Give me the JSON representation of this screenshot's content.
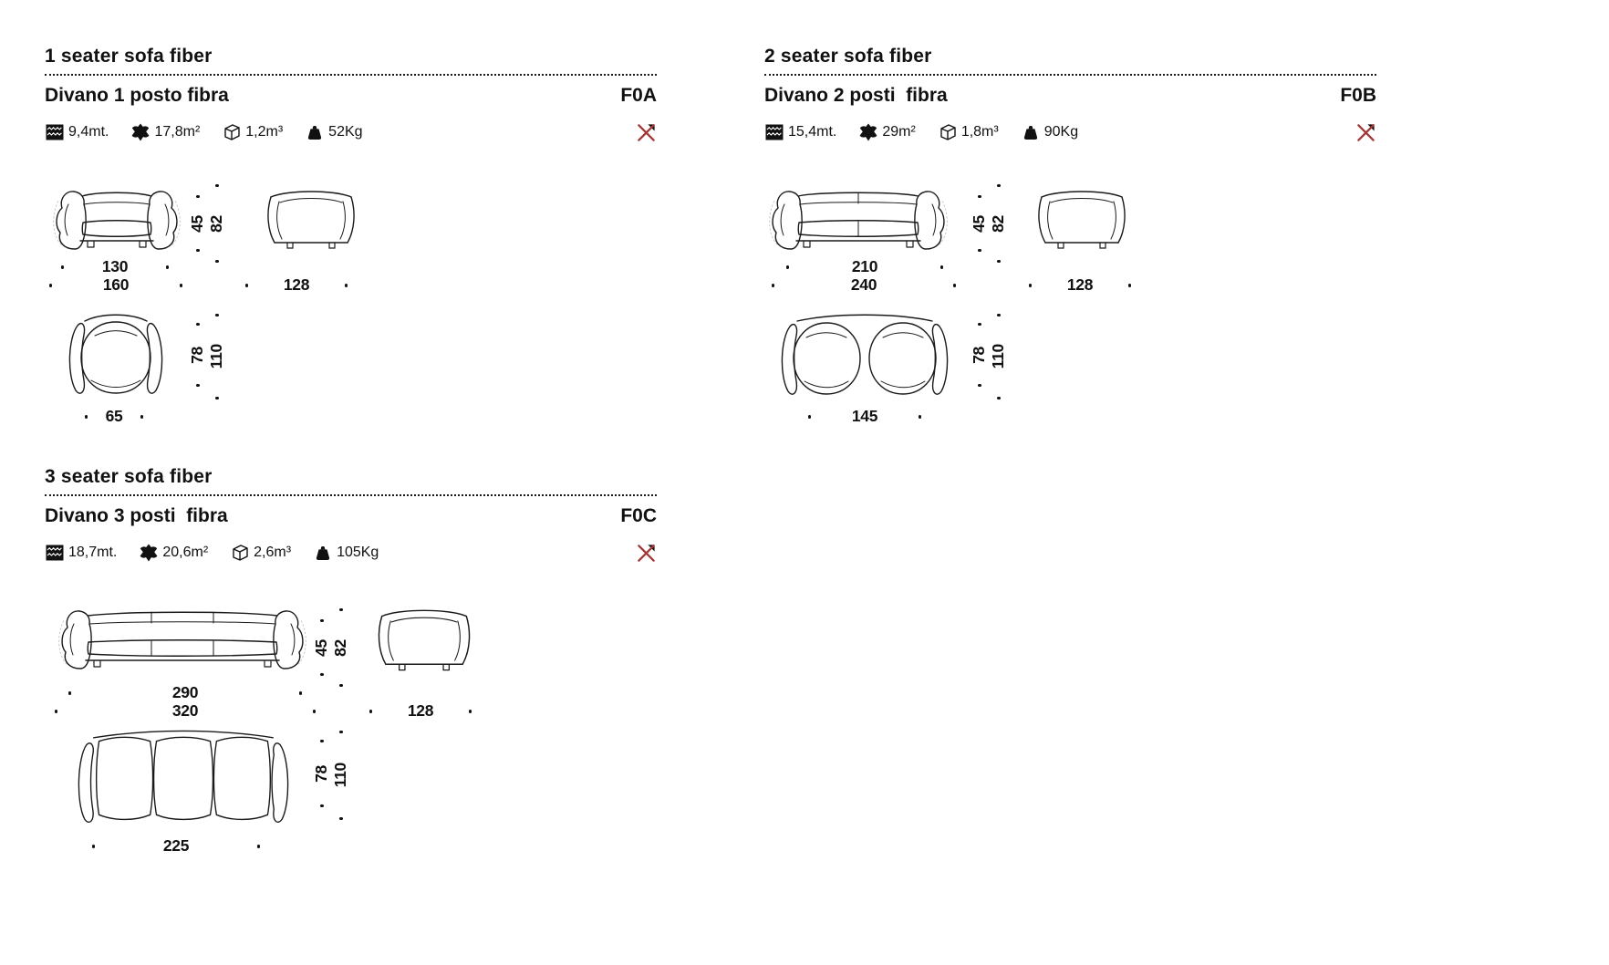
{
  "page": {
    "background": "#ffffff"
  },
  "colors": {
    "ink": "#111111",
    "line": "#1a1a1a",
    "ghost": "#c8c8c8",
    "cross_red": "#a23737"
  },
  "icons": {
    "fabric_meters": "fabric-swatch-icon",
    "leather_area": "leather-hide-icon",
    "volume": "cube-icon",
    "weight": "weight-icon",
    "crossed": "crossed-out-swatch-icon"
  },
  "products": [
    {
      "title_en": "1 seater sofa fiber",
      "title_it": "Divano 1 posto fibra",
      "code": "F0A",
      "specs": {
        "fabric_meters": "9,4mt.",
        "leather_area": "17,8m²",
        "volume": "1,2m³",
        "weight": "52Kg"
      },
      "dimensions": {
        "front_inner_width": "130",
        "front_outer_width": "160",
        "seat_height": "45",
        "total_height": "82",
        "side_depth": "128",
        "top_seat_width": "65",
        "top_inner_depth": "78",
        "top_outer_depth": "110"
      }
    },
    {
      "title_en": "2 seater sofa fiber",
      "title_it": "Divano 2 posti  fibra",
      "code": "F0B",
      "specs": {
        "fabric_meters": "15,4mt.",
        "leather_area": "29m²",
        "volume": "1,8m³",
        "weight": "90Kg"
      },
      "dimensions": {
        "front_inner_width": "210",
        "front_outer_width": "240",
        "seat_height": "45",
        "total_height": "82",
        "side_depth": "128",
        "top_seat_width": "145",
        "top_inner_depth": "78",
        "top_outer_depth": "110"
      }
    },
    {
      "title_en": "3 seater sofa fiber",
      "title_it": "Divano 3 posti  fibra",
      "code": "F0C",
      "specs": {
        "fabric_meters": "18,7mt.",
        "leather_area": "20,6m²",
        "volume": "2,6m³",
        "weight": "105Kg"
      },
      "dimensions": {
        "front_inner_width": "290",
        "front_outer_width": "320",
        "seat_height": "45",
        "total_height": "82",
        "side_depth": "128",
        "top_seat_width": "225",
        "top_inner_depth": "78",
        "top_outer_depth": "110"
      }
    }
  ]
}
